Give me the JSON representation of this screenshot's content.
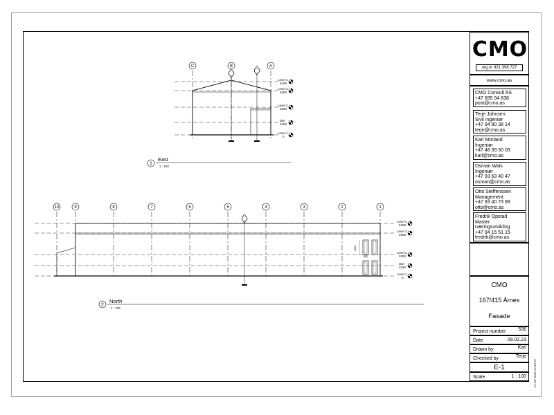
{
  "titleblock": {
    "logo": "CMO",
    "org_nr": "org.nr 921 398 727",
    "website": "www.cmo.as",
    "company": [
      "CMO Consult AS",
      "+47 695 94 838",
      "post@cmo.as"
    ],
    "contacts": [
      [
        "Terje Johnsen",
        "Sivil ingeniør",
        "+47 94 80 38 14",
        "terje@cmo.as"
      ],
      [
        "Karl Morland",
        "Ingeniør",
        "+47 48 39 50 03",
        "karl@cmo.as"
      ],
      [
        "Osman Wais",
        "Ingeniør",
        "+47 93 63 40 47",
        "osman@cmo.as"
      ],
      [
        "Otto Steffenssen",
        "Management",
        "+47 93 40 73 99",
        "otto@cmo.as"
      ],
      [
        "Fredrik Opstad",
        "Master",
        "næringsutvikling",
        "+47 94 15 51 15",
        "fredrik@cmo.as"
      ]
    ],
    "client": "CMO",
    "project_name": "167/415 Årnes",
    "sheet_name": "Fasade",
    "project_number_label": "Project number",
    "project_number": "536",
    "date_label": "Date",
    "date": "09.02.23",
    "drawn_by_label": "Drawn by",
    "drawn_by": "Karl",
    "checked_by_label": "Checked by",
    "checked_by": "Terje",
    "sheet_number": "E-1",
    "scale_label": "Scale",
    "scale": "1 : 100",
    "print_stamp": "21.05.2023 13:40:07"
  },
  "views": {
    "east": {
      "number": "1",
      "title": "East",
      "scale": "1 : 100"
    },
    "north": {
      "number": "2",
      "title": "North",
      "scale": "1 : 100"
    }
  },
  "east_grid": [
    "C",
    "B",
    "A"
  ],
  "east_levels": [
    {
      "name": "Level 4",
      "elev": "6108"
    },
    {
      "name": "Level 3",
      "elev": "4600"
    },
    {
      "name": "Level 2",
      "elev": "3300"
    },
    {
      "name": "Dør",
      "elev": "2150"
    },
    {
      "name": "Level 1",
      "elev": "0"
    }
  ],
  "north_grid": [
    "10",
    "9",
    "8",
    "7",
    "6",
    "5",
    "4",
    "3",
    "2",
    "1"
  ],
  "north_levels": [
    {
      "name": "Level 4",
      "elev": "6108"
    },
    {
      "name": "Level 3",
      "elev": "4600"
    },
    {
      "name": "Level 2",
      "elev": "3300"
    },
    {
      "name": "Dør",
      "elev": "2150"
    },
    {
      "name": "Level 1",
      "elev": "0"
    }
  ],
  "north_dims": {
    "door_height": "2000",
    "door_width": "600"
  }
}
